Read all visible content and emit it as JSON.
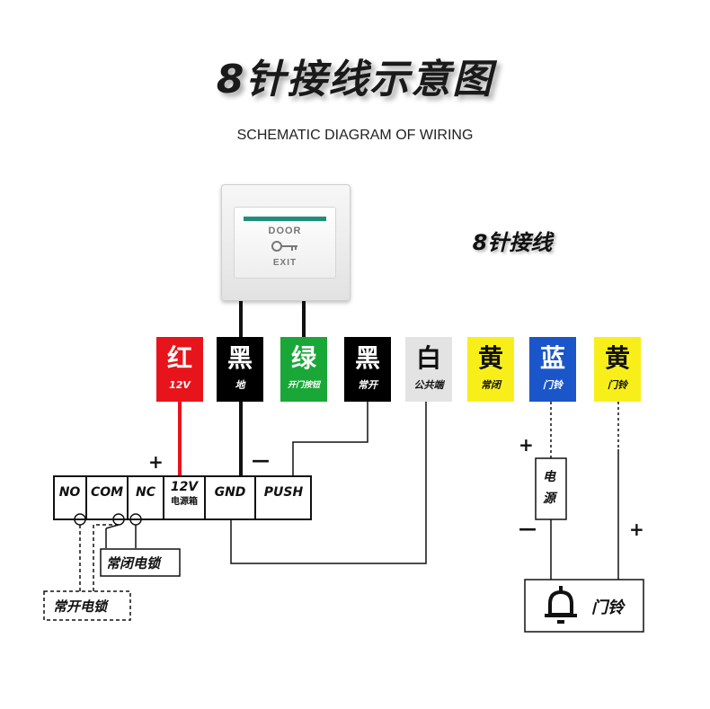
{
  "title": "8针接线示意图",
  "subtitle": "SCHEMATIC DIAGRAM OF WIRING",
  "pin_title": "8针接线",
  "switch": {
    "top_text": "DOOR",
    "bottom_text": "EXIT"
  },
  "wires": [
    {
      "name": "红",
      "label": "12V",
      "bg": "#e8141b",
      "fg": "#ffffff"
    },
    {
      "name": "黑",
      "label": "地",
      "bg": "#000000",
      "fg": "#ffffff"
    },
    {
      "name": "绿",
      "label": "开门按钮",
      "bg": "#19a837",
      "fg": "#ffffff"
    },
    {
      "name": "黑",
      "label": "常开",
      "bg": "#000000",
      "fg": "#ffffff"
    },
    {
      "name": "白",
      "label": "公共端",
      "bg": "#e3e3e3",
      "fg": "#111111"
    },
    {
      "name": "黄",
      "label": "常闭",
      "bg": "#f8ef1a",
      "fg": "#111111"
    },
    {
      "name": "蓝",
      "label": "门铃",
      "bg": "#1a56c9",
      "fg": "#ffffff"
    },
    {
      "name": "黄",
      "label": "门铃",
      "bg": "#f8ef1a",
      "fg": "#111111"
    }
  ],
  "terminals": [
    {
      "label": "NO",
      "sub": ""
    },
    {
      "label": "COM",
      "sub": ""
    },
    {
      "label": "NC",
      "sub": ""
    },
    {
      "label": "12V",
      "sub": "电源箱"
    },
    {
      "label": "GND",
      "sub": ""
    },
    {
      "label": "PUSH",
      "sub": ""
    }
  ],
  "lock_nc": "常闭电锁",
  "lock_no": "常开电锁",
  "power": {
    "line1": "电",
    "line2": "源"
  },
  "bell_label": "门铃",
  "signs": {
    "plus": "+",
    "minus": "—"
  }
}
